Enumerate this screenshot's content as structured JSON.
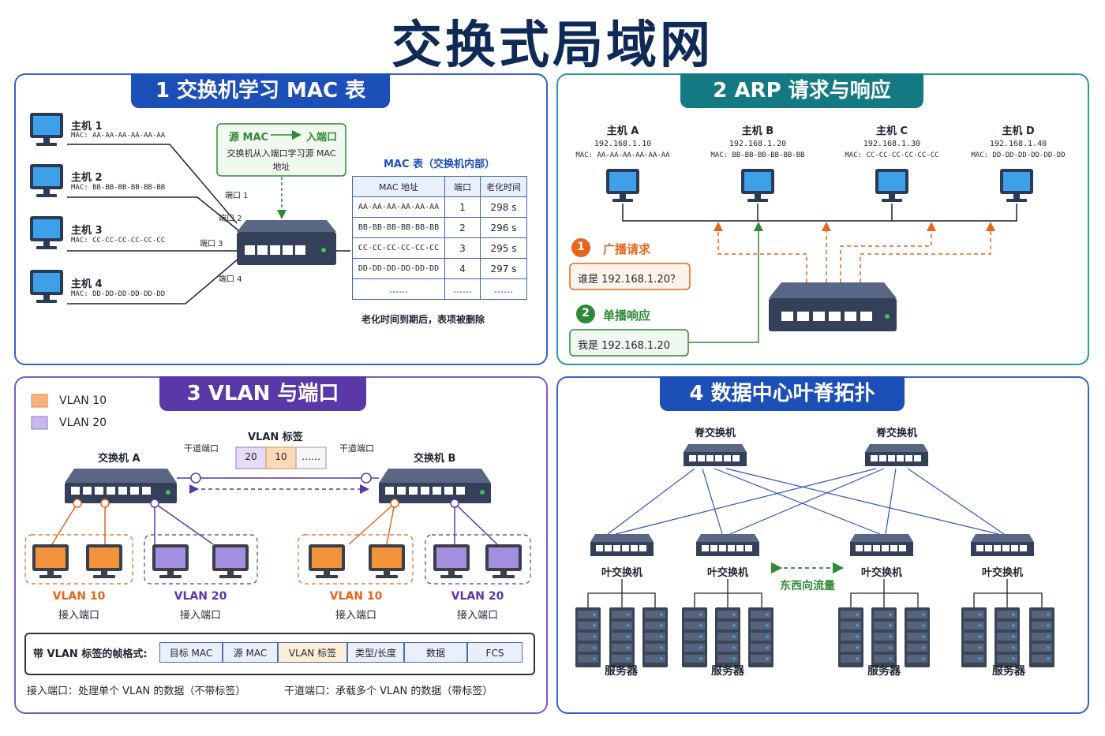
{
  "title": "交换式局域网",
  "p1": {
    "banner": "1 交换机学习 MAC 表",
    "hosts": [
      {
        "name": "主机 1",
        "mac": "MAC: AA-AA-AA-AA-AA-AA"
      },
      {
        "name": "主机 2",
        "mac": "MAC: BB-BB-BB-BB-BB-BB"
      },
      {
        "name": "主机 3",
        "mac": "MAC: CC-CC-CC-CC-CC-CC"
      },
      {
        "name": "主机 4",
        "mac": "MAC: DD-DD-DD-DD-DD-DD"
      }
    ],
    "ports": [
      "端口 1",
      "端口 2",
      "端口 3",
      "端口 4"
    ],
    "callout": {
      "src": "源 MAC",
      "dst": "入端口",
      "desc1": "交换机从入端口学习源 MAC",
      "desc2": "地址"
    },
    "table_title": "MAC 表（交换机内部）",
    "table_headers": [
      "MAC 地址",
      "端口",
      "老化时间"
    ],
    "table_rows": [
      [
        "AA-AA-AA-AA-AA-AA",
        "1",
        "298 s"
      ],
      [
        "BB-BB-BB-BB-BB-BB",
        "2",
        "296 s"
      ],
      [
        "CC-CC-CC-CC-CC-CC",
        "3",
        "295 s"
      ],
      [
        "DD-DD-DD-DD-DD-DD",
        "4",
        "297 s"
      ],
      [
        "……",
        "……",
        "……"
      ]
    ],
    "note": "老化时间到期后，表项被删除"
  },
  "p2": {
    "banner": "2 ARP 请求与响应",
    "hosts": [
      {
        "name": "主机 A",
        "ip": "192.168.1.10",
        "mac": "MAC: AA-AA-AA-AA-AA-AA"
      },
      {
        "name": "主机 B",
        "ip": "192.168.1.20",
        "mac": "MAC: BB-BB-BB-BB-BB-BB"
      },
      {
        "name": "主机 C",
        "ip": "192.168.1.30",
        "mac": "MAC: CC-CC-CC-CC-CC-CC"
      },
      {
        "name": "主机 D",
        "ip": "192.168.1.40",
        "mac": "MAC: DD-DD-DD-DD-DD-DD"
      }
    ],
    "broadcast_num": "1",
    "broadcast_label": "广播请求",
    "broadcast_msg": "谁是 192.168.1.20？",
    "unicast_num": "2",
    "unicast_label": "单播响应",
    "unicast_msg": "我是 192.168.1.20"
  },
  "p3": {
    "banner": "3 VLAN 与端口",
    "legend": [
      {
        "label": "VLAN 10",
        "color": "#f7b27a"
      },
      {
        "label": "VLAN 20",
        "color": "#c9b8ec"
      }
    ],
    "switch_a": "交换机 A",
    "switch_b": "交换机 B",
    "trunk_left": "干道端口",
    "trunk_right": "干道端口",
    "tag_title": "VLAN 标签",
    "tag_cells": [
      "20",
      "10",
      "……"
    ],
    "groups": [
      {
        "vlan": "VLAN 10",
        "port": "接入端口"
      },
      {
        "vlan": "VLAN 20",
        "port": "接入端口"
      },
      {
        "vlan": "VLAN 10",
        "port": "接入端口"
      },
      {
        "vlan": "VLAN 20",
        "port": "接入端口"
      }
    ],
    "frame_label": "带 VLAN 标签的帧格式:",
    "frame_fields": [
      "目标 MAC",
      "源 MAC",
      "VLAN 标签",
      "类型/长度",
      "数据",
      "FCS"
    ],
    "access_note": "接入端口：处理单个 VLAN 的数据（不带标签）",
    "trunk_note": "干道端口：承载多个 VLAN 的数据（带标签）"
  },
  "p4": {
    "banner": "4 数据中心叶脊拓扑",
    "spines": [
      "脊交换机",
      "脊交换机"
    ],
    "leaves": [
      "叶交换机",
      "叶交换机",
      "叶交换机",
      "叶交换机"
    ],
    "servers": [
      "服务器",
      "服务器",
      "服务器",
      "服务器"
    ],
    "ew_label": "东西向流量"
  },
  "colors": {
    "navy": "#0f2a57",
    "blue": "#1d4fb8",
    "teal": "#137a83",
    "purple": "#5b38a8",
    "orange": "#e8651a",
    "green": "#2e8a36"
  }
}
